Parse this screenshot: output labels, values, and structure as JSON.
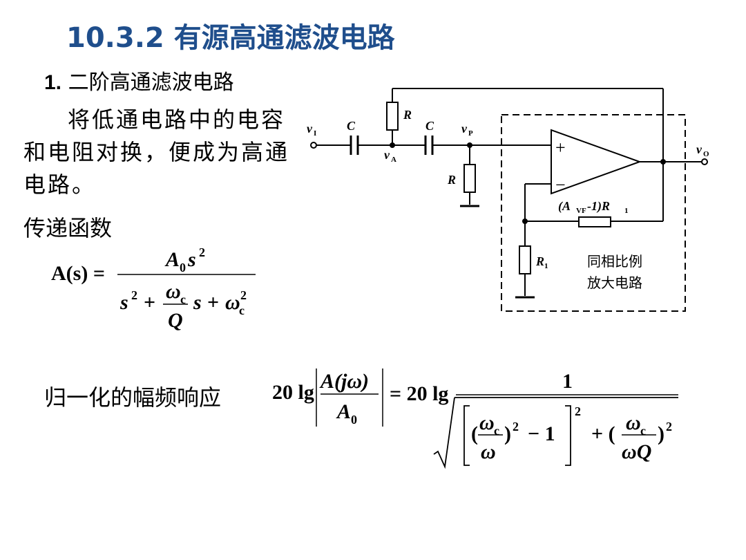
{
  "slide": {
    "title": "10.3.2  有源高通滤波电路",
    "subtitle_num": "1.",
    "subtitle_text": "二阶高通滤波电路",
    "body": "将低通电路中的电容和电阻对换，便成为高通电路。",
    "transfer_label": "传递函数",
    "norm_label": "归一化的幅频响应"
  },
  "formula1": {
    "lhs": "A(s) =",
    "num_A": "A",
    "num_sub": "0",
    "num_s": "s",
    "num_exp": "2",
    "den_s": "s",
    "den_exp": "2",
    "plus1": "+",
    "frac_num": "ω",
    "frac_num_sub": "c",
    "frac_den": "Q",
    "den_s2": "s",
    "plus2": "+",
    "omega": "ω",
    "omega_sub": "c",
    "omega_exp": "2"
  },
  "formula2": {
    "lhs_20lg": "20 lg",
    "abs_num": "A(jω)",
    "abs_den": "A",
    "abs_den_sub": "0",
    "eq_20lg": "= 20 lg",
    "one": "1",
    "p1_open": "(",
    "p1_num": "ω",
    "p1_num_sub": "c",
    "p1_den": "ω",
    "p1_close": ")",
    "p1_exp": "2",
    "minus": "− 1",
    "bracket_exp": "2",
    "plus": "+ (",
    "p2_num": "ω",
    "p2_num_sub": "c",
    "p2_den": "ωQ",
    "p2_close": ")",
    "p2_exp": "2"
  },
  "circuit": {
    "vI": "v",
    "vI_sub": "I",
    "C1": "C",
    "C2": "C",
    "R_top": "R",
    "R_shunt": "R",
    "vA": "v",
    "vA_sub": "A",
    "vP": "v",
    "vP_sub": "P",
    "vO": "v",
    "vO_sub": "O",
    "plus": "+",
    "minus": "−",
    "Rf_a": "(A",
    "Rf_sub": "VF",
    "Rf_b": " -1)R",
    "Rf_sub2": "1",
    "R1": "R",
    "R1_sub": "1",
    "box_label_1": "同相比例",
    "box_label_2": "放大电路"
  }
}
